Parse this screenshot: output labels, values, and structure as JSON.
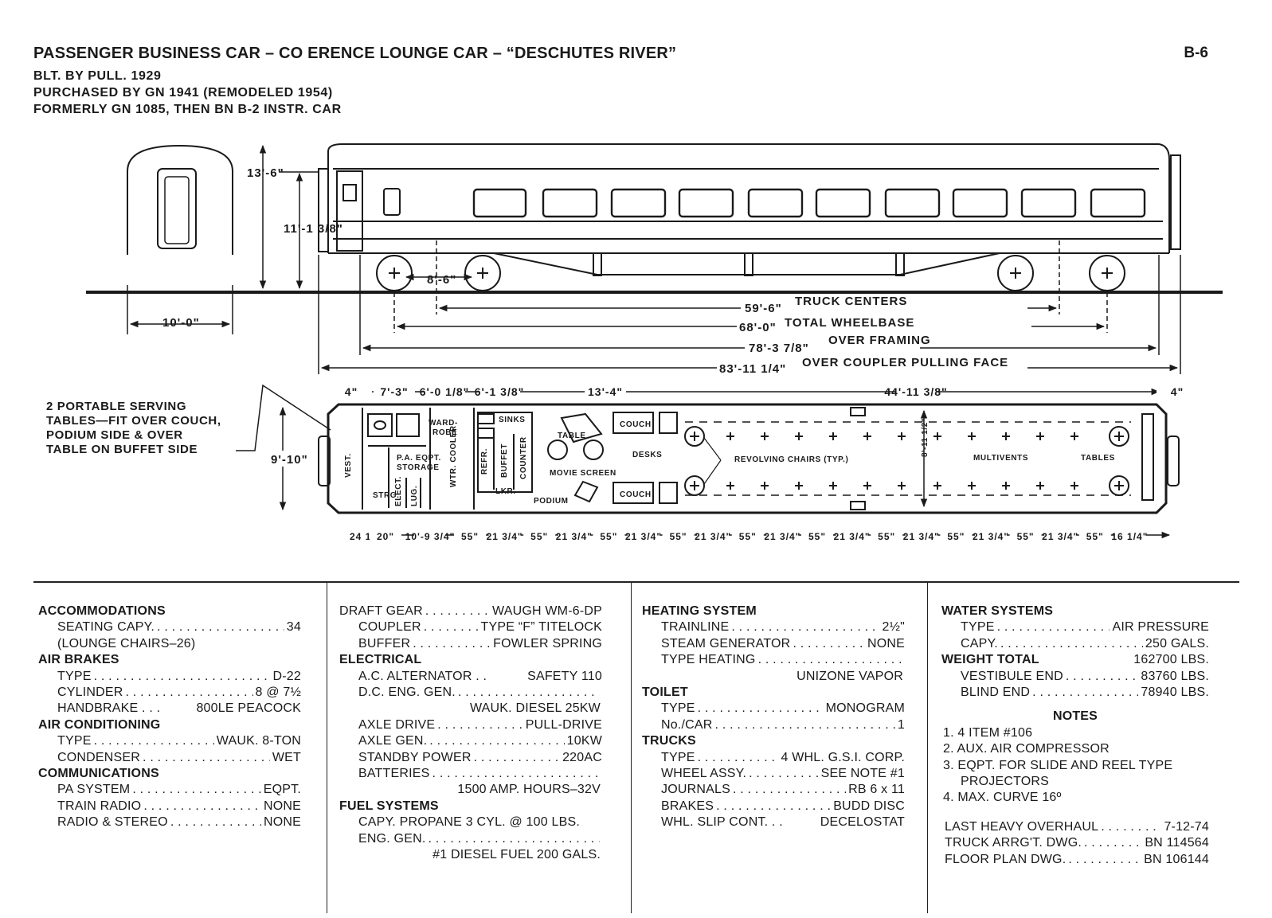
{
  "header": {
    "title": "PASSENGER BUSINESS CAR – CO   ERENCE LOUNGE CAR – “DESCHUTES RIVER”",
    "built": "BLT. BY PULL. 1929",
    "purchased": "PURCHASED BY GN 1941 (REMODELED 1954)",
    "formerly": "FORMERLY GN 1085, THEN BN B-2 INSTR. CAR",
    "sheet": "B-6"
  },
  "diagram": {
    "height_total": "13'-6\"",
    "height_side": "11'-1 3/8\"",
    "end_width": "10'-0\"",
    "truck_wheelbase": "8'-6\"",
    "truck_centers": "59'-6\"",
    "truck_centers_label": "TRUCK CENTERS",
    "total_wheelbase": "68'-0\"",
    "total_wheelbase_label": "TOTAL WHEELBASE",
    "over_framing": "78'-3 7/8\"",
    "over_framing_label": "OVER FRAMING",
    "over_coupler": "83'-11 1/4\"",
    "over_coupler_label": "OVER COUPLER PULLING FACE",
    "car_width": "9'-10\"",
    "aisle": "8'-11 1/2\"",
    "top_dims": [
      "4\"",
      "7'-3\"",
      "6'-0 1/8\"",
      "6'-1 3/8\"",
      "13'-4\"",
      "44'-11 3/8\"",
      "4\""
    ],
    "bottom_dims": [
      "24 1/8\"",
      "20\"",
      "10'-9 3/4\"",
      "55\"",
      "21 3/4\"",
      "55\"",
      "21 3/4\"",
      "55\"",
      "21 3/4\"",
      "55\"",
      "21 3/4\"",
      "55\"",
      "21 3/4\"",
      "55\"",
      "21 3/4\"",
      "55\"",
      "21 3/4\"",
      "55\"",
      "21 3/4\"",
      "55\"",
      "21 3/4\"",
      "55\"",
      "16 1/4\""
    ],
    "callout": [
      "2 PORTABLE SERVING",
      "TABLES—FIT OVER COUCH,",
      "PODIUM SIDE & OVER",
      "TABLE ON BUFFET SIDE"
    ],
    "labels": {
      "vest": "VEST.",
      "pa": "P.A. EQPT.",
      "storage": "STORAGE",
      "strg": "STRG.",
      "elect": "ELECT.",
      "lug": "LUG.",
      "wtr": "WTR. COOLER",
      "refr": "REFR.",
      "buffet": "BUFFET",
      "counter": "COUNTER",
      "wardrobe1": "WARD-",
      "wardrobe2": "ROBE",
      "sinks": "SINKS",
      "lkr": "LKR.",
      "table": "TABLE",
      "movie": "MOVIE SCREEN",
      "podium": "PODIUM",
      "couch_top": "COUCH",
      "couch_bottom": "COUCH",
      "desks": "DESKS",
      "chairs": "REVOLVING CHAIRS (TYP.)",
      "multivents": "MULTIVENTS",
      "tables": "TABLES"
    }
  },
  "specs": {
    "col1": [
      {
        "title": "ACCOMMODATIONS",
        "rows": [
          {
            "k": "SEATING CAPY.",
            "v": "34"
          },
          {
            "text": "(LOUNGE CHAIRS–26)"
          }
        ]
      },
      {
        "title": "AIR BRAKES",
        "rows": [
          {
            "k": "TYPE",
            "v": "D-22"
          },
          {
            "k": "CYLINDER",
            "v": "8 @ 7½"
          },
          {
            "k": "HANDBRAKE . . .",
            "v": "800LE PEACOCK",
            "nodots": true
          }
        ]
      },
      {
        "title": "AIR CONDITIONING",
        "rows": [
          {
            "k": "TYPE",
            "v": "WAUK. 8-TON"
          },
          {
            "k": "CONDENSER",
            "v": "WET"
          }
        ]
      },
      {
        "title": "COMMUNICATIONS",
        "rows": [
          {
            "k": "PA SYSTEM",
            "v": "EQPT."
          },
          {
            "k": "TRAIN RADIO",
            "v": "NONE"
          },
          {
            "k": "RADIO & STEREO",
            "v": "NONE"
          }
        ]
      }
    ],
    "col2": [
      {
        "rows": [
          {
            "k": "DRAFT GEAR",
            "v": "WAUGH WM-6-DP",
            "flush": true
          },
          {
            "k": "COUPLER",
            "v": "TYPE “F” TITELOCK"
          },
          {
            "k": "BUFFER",
            "v": "FOWLER SPRING"
          }
        ]
      },
      {
        "title": "ELECTRICAL",
        "rows": [
          {
            "k": "A.C. ALTERNATOR . .",
            "v": "SAFETY 110",
            "nodots": true
          },
          {
            "k": "D.C. ENG. GEN.",
            "v": ""
          },
          {
            "cont": "WAUK. DIESEL 25KW"
          },
          {
            "k": "AXLE DRIVE",
            "v": "PULL-DRIVE"
          },
          {
            "k": "AXLE GEN.",
            "v": "10KW"
          },
          {
            "k": "STANDBY POWER",
            "v": "220AC"
          },
          {
            "k": "BATTERIES",
            "v": ""
          },
          {
            "cont": "1500 AMP. HOURS–32V"
          }
        ]
      },
      {
        "title": "FUEL SYSTEMS",
        "rows": [
          {
            "k": "CAPY. PROPANE 3 CYL. @ 100 LBS.",
            "v": "",
            "nodots": true
          },
          {
            "k": "ENG. GEN.",
            "v": ""
          },
          {
            "cont": "#1 DIESEL FUEL 200 GALS."
          }
        ]
      }
    ],
    "col3": [
      {
        "title": "HEATING SYSTEM",
        "rows": [
          {
            "k": "TRAINLINE",
            "v": "2½\""
          },
          {
            "k": "STEAM GENERATOR",
            "v": "NONE"
          },
          {
            "k": "TYPE HEATING",
            "v": ""
          },
          {
            "cont": "UNIZONE VAPOR"
          }
        ]
      },
      {
        "title": "TOILET",
        "rows": [
          {
            "k": "TYPE",
            "v": "MONOGRAM"
          },
          {
            "k": "No./CAR",
            "v": "1"
          }
        ]
      },
      {
        "title": "TRUCKS",
        "rows": [
          {
            "k": "TYPE",
            "v": "4 WHL. G.S.I. CORP."
          },
          {
            "k": "WHEEL ASSY.",
            "v": "SEE NOTE #1"
          },
          {
            "k": "JOURNALS",
            "v": "RB 6 x 11"
          },
          {
            "k": "BRAKES",
            "v": "BUDD DISC"
          },
          {
            "k": "WHL. SLIP CONT. . .",
            "v": "DECELOSTAT",
            "nodots": true
          }
        ]
      }
    ],
    "col4": [
      {
        "title": "WATER SYSTEMS",
        "rows": [
          {
            "k": "TYPE",
            "v": "AIR PRESSURE"
          },
          {
            "k": "CAPY.",
            "v": "250 GALS."
          }
        ]
      },
      {
        "title": "WEIGHT TOTAL",
        "title_value": "162700 LBS.",
        "rows": [
          {
            "k": "VESTIBULE END",
            "v": "83760 LBS."
          },
          {
            "k": "BLIND END",
            "v": "78940 LBS."
          }
        ]
      }
    ],
    "notes_title": "NOTES",
    "notes": [
      "1. 4 ITEM #106",
      "2. AUX. AIR COMPRESSOR",
      "3. EQPT. FOR SLIDE AND REEL TYPE",
      "PROJECTORS",
      "4. MAX. CURVE 16º"
    ],
    "footer": [
      {
        "k": "LAST HEAVY OVERHAUL",
        "v": "7-12-74"
      },
      {
        "k": "TRUCK ARRG'T. DWG.",
        "v": "BN 114564"
      },
      {
        "k": "FLOOR PLAN DWG.",
        "v": "BN 106144"
      }
    ]
  }
}
